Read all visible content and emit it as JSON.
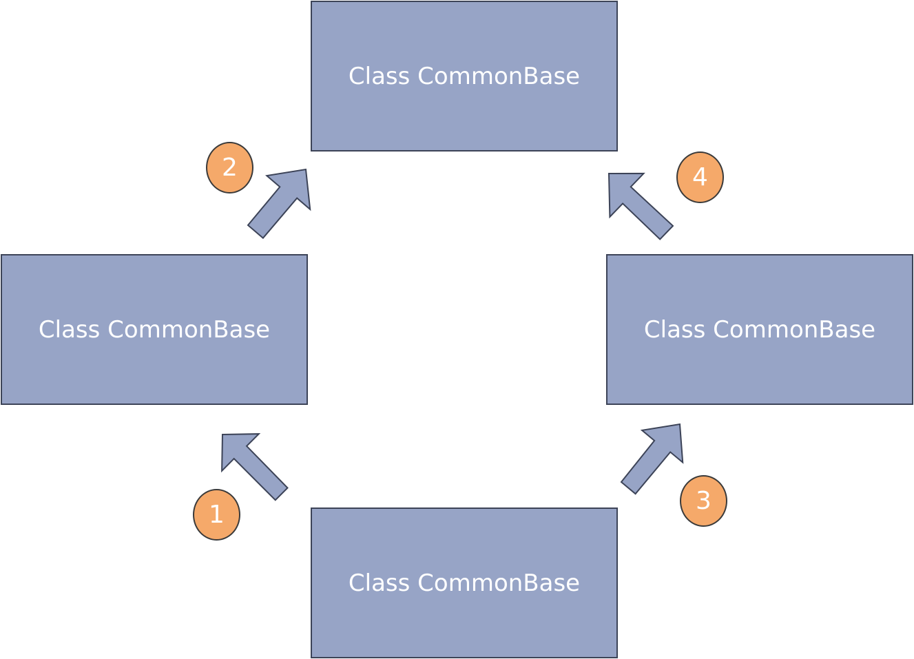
{
  "colors": {
    "box_fill": "#97a4c6",
    "box_border": "#3c4357",
    "badge_fill": "#f5a96a",
    "badge_border": "#3a3a3a",
    "text": "#ffffff"
  },
  "boxes": {
    "top": {
      "label": "Class CommonBase"
    },
    "left": {
      "label": "Class CommonBase"
    },
    "right": {
      "label": "Class CommonBase"
    },
    "bottom": {
      "label": "Class CommonBase"
    }
  },
  "steps": {
    "one": {
      "label": "1"
    },
    "two": {
      "label": "2"
    },
    "three": {
      "label": "3"
    },
    "four": {
      "label": "4"
    }
  },
  "arrows": [
    {
      "from": "bottom",
      "to": "left",
      "step": "1",
      "icon": "arrow-up-left-icon"
    },
    {
      "from": "left",
      "to": "top",
      "step": "2",
      "icon": "arrow-up-right-icon"
    },
    {
      "from": "bottom",
      "to": "right",
      "step": "3",
      "icon": "arrow-up-right-icon"
    },
    {
      "from": "right",
      "to": "top",
      "step": "4",
      "icon": "arrow-up-left-icon"
    }
  ]
}
